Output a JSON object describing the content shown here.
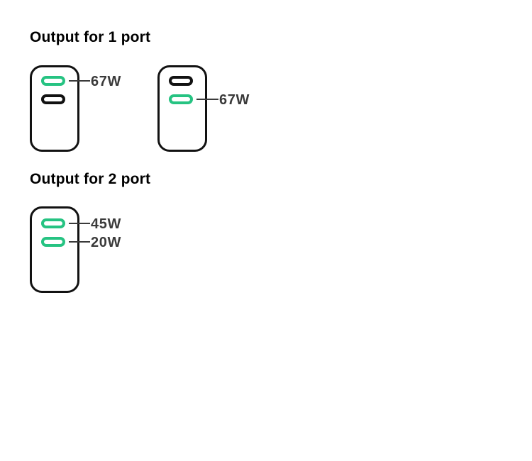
{
  "page": {
    "background": "#ffffff"
  },
  "colors": {
    "page_background": "#ffffff",
    "heading_text": "#000000",
    "charger_outline": "#121212",
    "active_port_green": "#26c382",
    "inactive_port_black": "#121212",
    "leader_line": "#3a3a3a",
    "wattage_text": "#3a3a3a"
  },
  "sections": [
    {
      "heading": "Output for 1 port",
      "chargers": [
        {
          "ports": [
            {
              "state": "active",
              "label": "67W"
            },
            {
              "state": "inactive"
            }
          ]
        },
        {
          "ports": [
            {
              "state": "inactive"
            },
            {
              "state": "active",
              "label": "67W"
            }
          ]
        }
      ]
    },
    {
      "heading": "Output for 2 port",
      "chargers": [
        {
          "ports": [
            {
              "state": "active",
              "label": "45W"
            },
            {
              "state": "active",
              "label": "20W"
            }
          ]
        }
      ]
    }
  ]
}
